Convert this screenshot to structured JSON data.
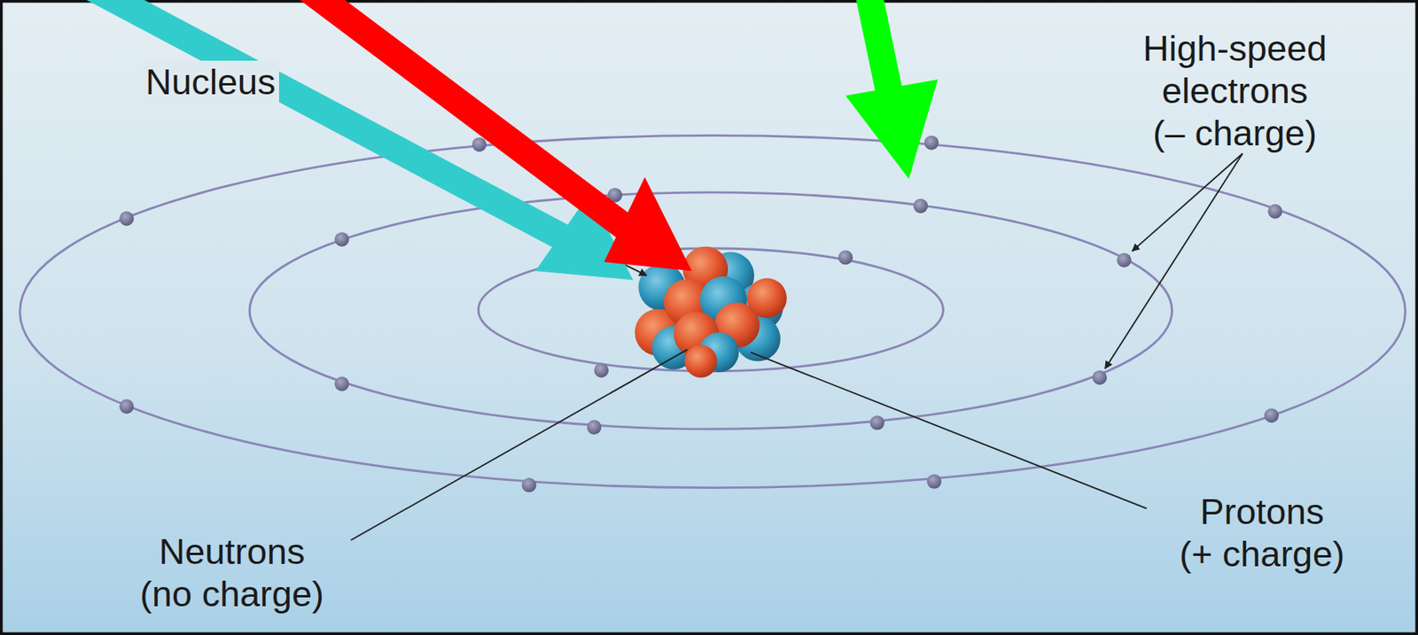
{
  "diagram": {
    "labels": [
      "Nucleus",
      "High-speed electrons (– charge)",
      "Neutrons (no charge)",
      "Protons (+ charge)"
    ]
  }
}
